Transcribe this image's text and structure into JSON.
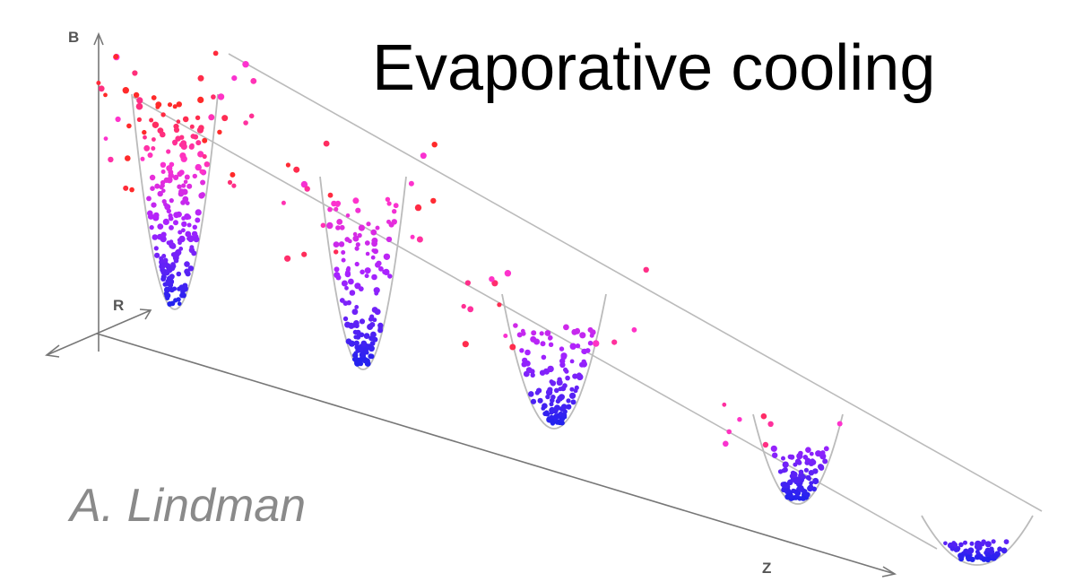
{
  "title": "Evaporative cooling",
  "credit": "A. Lindman",
  "axes": {
    "vertical": "B",
    "depth": "R",
    "horizontal": "Z"
  },
  "colors": {
    "hot": "#ff2a2a",
    "warm": "#ff33cc",
    "medium": "#aa22ff",
    "cold": "#2222ee",
    "well_outline": "#bbbbbb",
    "axis": "#777777"
  }
}
